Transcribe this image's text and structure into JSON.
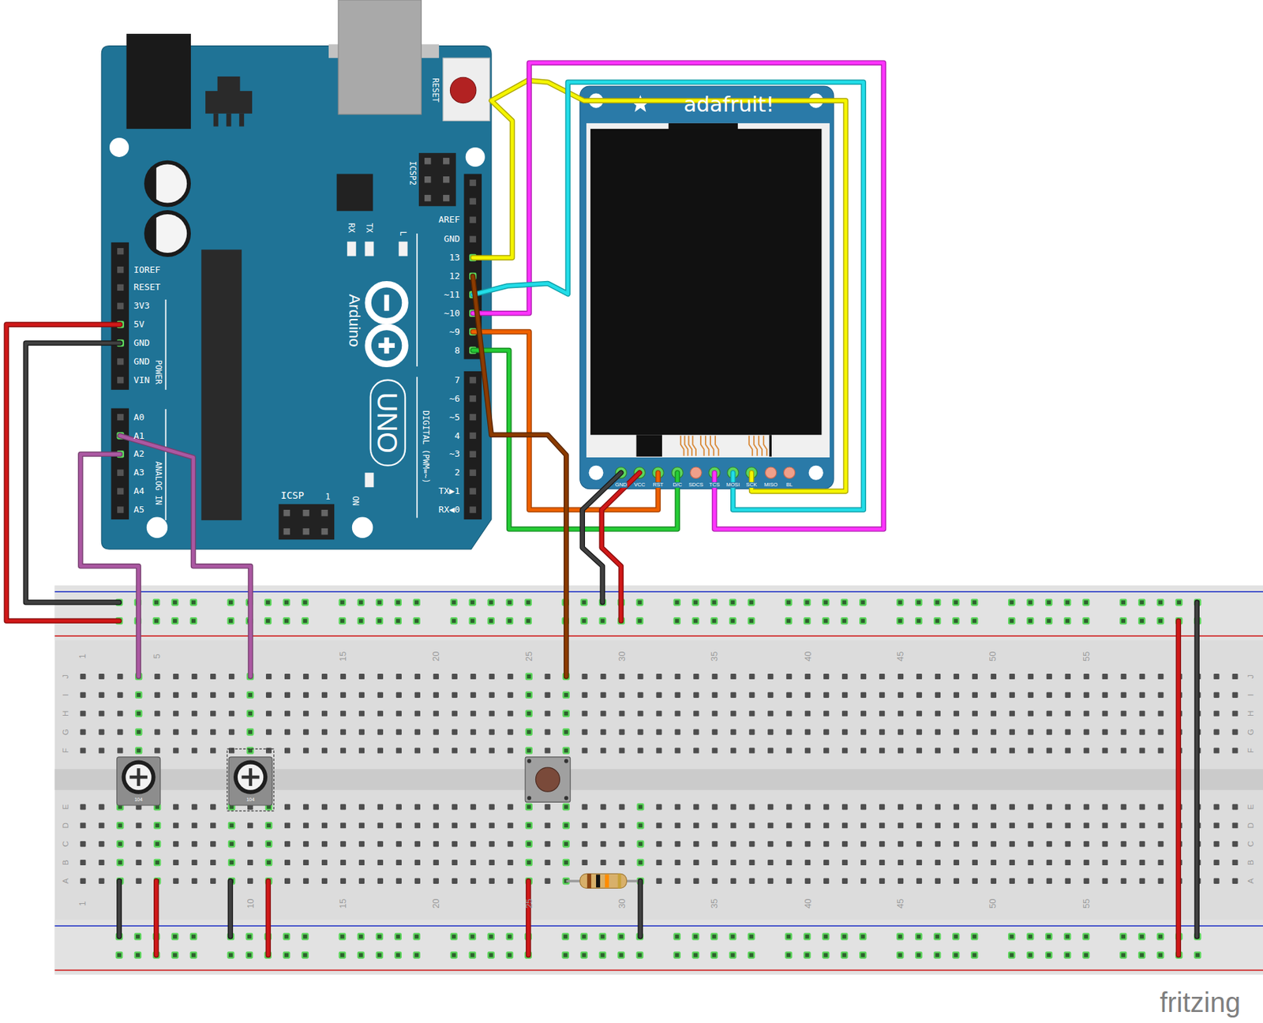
{
  "diagram": {
    "labels": [
      "IOREF",
      "RESET",
      "3V3",
      "5V",
      "GND",
      "GND",
      "VIN",
      "A0",
      "A1",
      "A2",
      "A3",
      "A4",
      "A5",
      "POWER",
      "ANALOG IN",
      "AREF",
      "GND",
      "13",
      "12",
      "~11",
      "~10",
      "~9",
      "8",
      "7",
      "~6",
      "~5",
      "4",
      "~3",
      "2",
      "TX▶1",
      "RX◀0",
      "DIGITAL (PWM=~)",
      "RESET",
      "ICSP2",
      "TX",
      "RX",
      "L",
      "Arduino",
      "UNO",
      "ON",
      "ICSP",
      "1",
      "adafruit!",
      "GND",
      "VCC",
      "RST",
      "D/C",
      "SDCS",
      "TCS",
      "MOSI",
      "SCK",
      "MISO",
      "BL",
      "104",
      "104",
      "1",
      "5",
      "15",
      "20",
      "25",
      "30",
      "35",
      "40",
      "45",
      "50",
      "55",
      "1",
      "10",
      "15",
      "20",
      "25",
      "30",
      "35",
      "40",
      "45",
      "50",
      "55",
      "J",
      "I",
      "H",
      "G",
      "F",
      "E",
      "D",
      "C",
      "B",
      "A",
      "J",
      "I",
      "H",
      "G",
      "F",
      "E",
      "D",
      "C",
      "B",
      "A",
      "fritzing"
    ]
  }
}
